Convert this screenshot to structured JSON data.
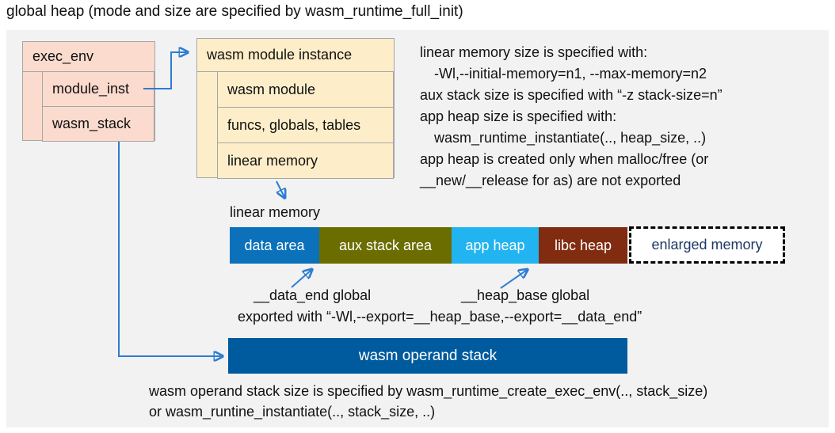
{
  "page": {
    "title": "global heap (mode and size are specified by wasm_runtime_full_init)"
  },
  "exec_env": {
    "header": "exec_env",
    "rows": [
      "module_inst",
      "wasm_stack"
    ]
  },
  "module_instance": {
    "header": "wasm module instance",
    "rows": [
      "wasm module",
      "funcs, globals, tables",
      "linear memory"
    ]
  },
  "notes_right": {
    "lines": [
      "linear memory size is specified with:",
      "-Wl,--initial-memory=n1, --max-memory=n2",
      "aux stack size is specified with “-z stack-size=n”",
      "app heap size is specified with:",
      "wasm_runtime_instantiate(.., heap_size, ..)",
      "app heap is created only when malloc/free (or",
      "__new/__release for as) are not exported"
    ]
  },
  "linear_memory": {
    "label": "linear memory",
    "segments": [
      {
        "name": "data area",
        "label": "data area",
        "color": "#0a71ba"
      },
      {
        "name": "aux stack area",
        "label": "aux stack area",
        "color": "#6c6d00"
      },
      {
        "name": "app heap",
        "label": "app heap",
        "color": "#22b4f0"
      },
      {
        "name": "libc heap",
        "label": "libc heap",
        "color": "#812b10"
      },
      {
        "name": "enlarged memory",
        "label": "enlarged memory",
        "color": "#ffffff"
      }
    ],
    "annotations": {
      "data_end": "__data_end global",
      "heap_base": "__heap_base global",
      "exported": "exported with “-Wl,--export=__heap_base,--export=__data_end”"
    }
  },
  "operand_stack": {
    "label": "wasm operand stack"
  },
  "notes_bottom": {
    "lines": [
      "wasm operand stack size is specified by wasm_runtime_create_exec_env(.., stack_size)",
      "or wasm_runtine_instantiate(.., stack_size, ..)"
    ]
  },
  "colors": {
    "canvas": "#f2f2f2",
    "exec_env_fill": "#fbdbcd",
    "module_fill": "#fdeec9",
    "box_border": "#a6a6a6",
    "data_area": "#0a71ba",
    "aux_stack": "#6c6d00",
    "app_heap": "#22b4f0",
    "libc_heap": "#812b10",
    "operand_stack": "#005a9e",
    "arrow": "#2e7cd0",
    "enlarged_text": "#1f3864"
  }
}
